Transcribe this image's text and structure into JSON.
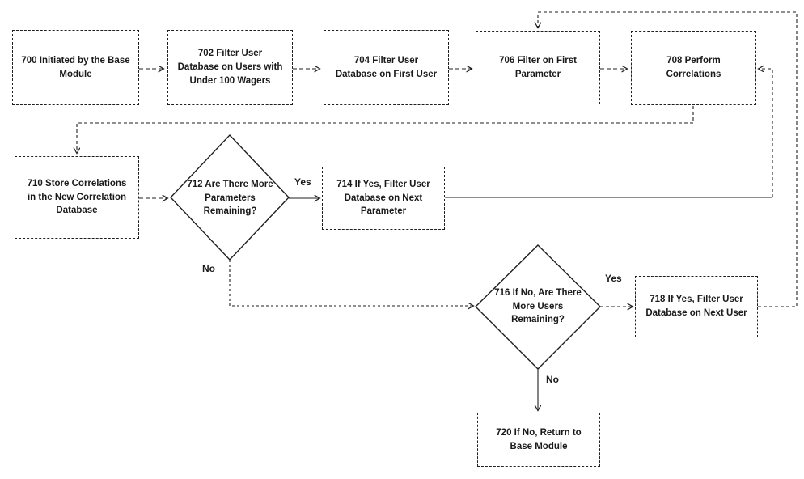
{
  "figure": {
    "type": "flowchart",
    "background_color": "#ffffff",
    "line_color": "#1f1f1f",
    "text_color": "#1a1a1a"
  },
  "nodes": {
    "n700": {
      "shape": "box",
      "label": "700 Initiated by the Base Module"
    },
    "n702": {
      "shape": "box",
      "label": "702 Filter User Database on Users with Under 100 Wagers"
    },
    "n704": {
      "shape": "box",
      "label": "704 Filter User Database on First User"
    },
    "n706": {
      "shape": "box",
      "label": "706 Filter on First Parameter"
    },
    "n708": {
      "shape": "box",
      "label": "708 Perform Correlations"
    },
    "n710": {
      "shape": "box",
      "label": "710 Store Correlations in the New Correlation Database"
    },
    "n712": {
      "shape": "decision",
      "label": "712 Are There More Parameters Remaining?"
    },
    "n714": {
      "shape": "box",
      "label": "714 If Yes, Filter User Database on Next Parameter"
    },
    "n716": {
      "shape": "decision",
      "label": "716 If No, Are There More Users Remaining?"
    },
    "n718": {
      "shape": "box",
      "label": "718 If Yes, Filter User Database on Next User"
    },
    "n720": {
      "shape": "box",
      "label": "720 If No, Return to Base Module"
    }
  },
  "edge_labels": {
    "yes_parameters": "Yes",
    "no_parameters": "No",
    "yes_users": "Yes",
    "no_users": "No"
  },
  "edges": [
    {
      "from": "700",
      "to": "702",
      "label": ""
    },
    {
      "from": "702",
      "to": "704",
      "label": ""
    },
    {
      "from": "704",
      "to": "706",
      "label": ""
    },
    {
      "from": "706",
      "to": "708",
      "label": ""
    },
    {
      "from": "708",
      "to": "710",
      "label": ""
    },
    {
      "from": "710",
      "to": "712",
      "label": ""
    },
    {
      "from": "712",
      "to": "714",
      "label": "Yes"
    },
    {
      "from": "714",
      "to": "708",
      "label": ""
    },
    {
      "from": "712",
      "to": "716",
      "label": "No"
    },
    {
      "from": "716",
      "to": "718",
      "label": "Yes"
    },
    {
      "from": "718",
      "to": "706",
      "label": ""
    },
    {
      "from": "716",
      "to": "720",
      "label": "No"
    }
  ]
}
